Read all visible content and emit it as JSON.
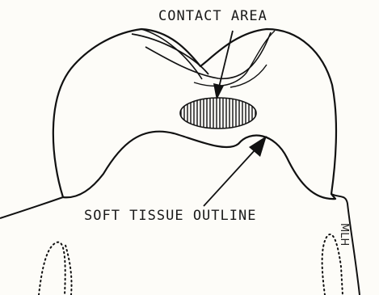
{
  "labels": {
    "contact_area": "CONTACT AREA",
    "soft_tissue_outline": "SOFT TISSUE OUTLINE"
  },
  "signature": "MLH"
}
